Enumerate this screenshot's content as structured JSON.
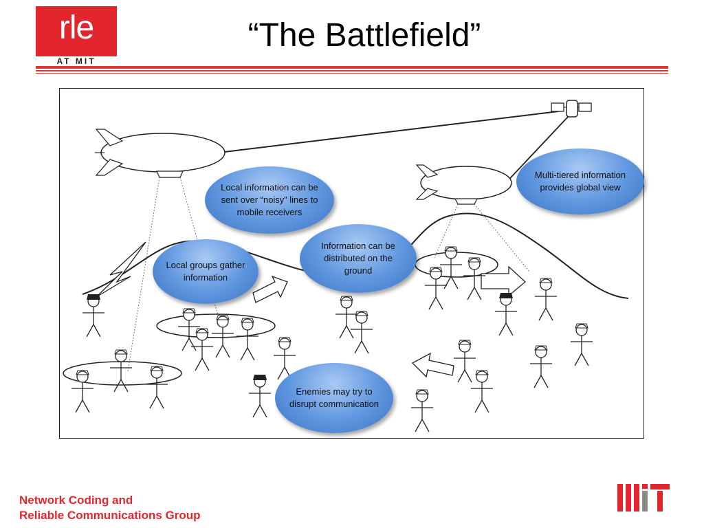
{
  "header": {
    "logo_text": "rle",
    "logo_subtext": "AT MIT",
    "title": "“The Battlefield”"
  },
  "diagram": {
    "bubbles": {
      "local_info": "Local information can be sent over “noisy” lines to mobile receivers",
      "multi_tiered": "Multi-tiered information provides global view",
      "information_distributed": "Information can be distributed on the ground",
      "local_groups": "Local groups gather information",
      "enemies": "Enemies may try to disrupt communication"
    }
  },
  "footer": {
    "line1": "Network Coding and",
    "line2": "Reliable Communications Group"
  },
  "colors": {
    "accent_red": "#e3262d",
    "bubble_blue": "#5d95de"
  },
  "icons": [
    "blimp-icon",
    "satellite-icon",
    "stick-figure-icon",
    "lightning-icon",
    "arrow-icon",
    "mit-logo-icon"
  ]
}
